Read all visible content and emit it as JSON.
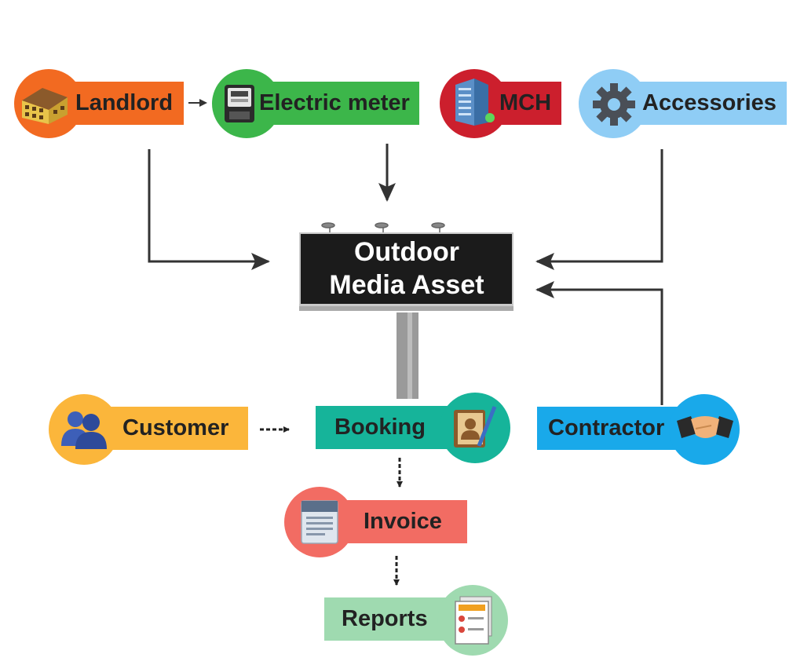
{
  "nodes": {
    "landlord": {
      "label": "Landlord",
      "color": "#f26a21"
    },
    "electric_meter": {
      "label": "Electric meter",
      "color": "#3cb64a"
    },
    "mch": {
      "label": "MCH",
      "color": "#cc1f2d"
    },
    "accessories": {
      "label": "Accessories",
      "color": "#8fcdf5"
    },
    "customer": {
      "label": "Customer",
      "color": "#fbb63b"
    },
    "booking": {
      "label": "Booking",
      "color": "#16b49a"
    },
    "contractor": {
      "label": "Contractor",
      "color": "#19a9ea"
    },
    "invoice": {
      "label": "Invoice",
      "color": "#f26c63"
    },
    "reports": {
      "label": "Reports",
      "color": "#9fdab0"
    }
  },
  "billboard": {
    "line1": "Outdoor",
    "line2": "Media Asset"
  },
  "icons": [
    "house-icon",
    "electric-meter-icon",
    "building-icon",
    "gear-icon",
    "users-icon",
    "address-book-icon",
    "handshake-icon",
    "document-icon",
    "report-icon"
  ]
}
